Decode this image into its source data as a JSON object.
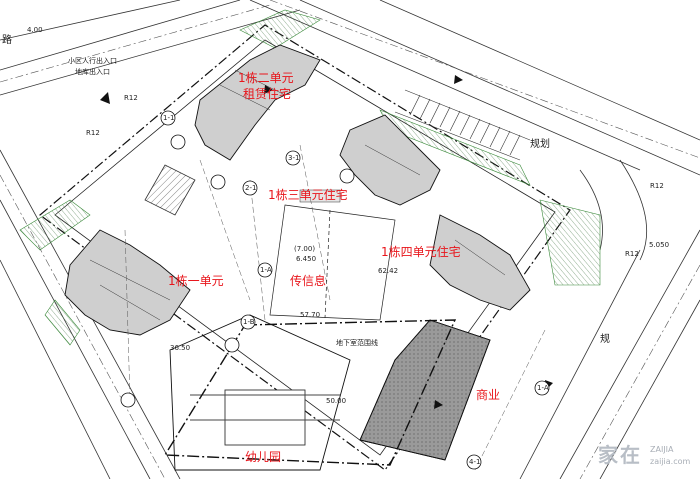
{
  "labels": {
    "b1_unit2": "1栋二单元",
    "rental": "租赁住宅",
    "b1_unit3": "1栋三单元住宅",
    "b1_unit4": "1栋四单元住宅",
    "b1_unit1": "1栋一单元",
    "comm_center": "传信息",
    "commercial": "商业",
    "kindergarten": "幼儿园"
  },
  "plan_marks": {
    "road_top_left": "路",
    "width_top": "4.00",
    "entrance1": "小区人行出入口",
    "entrance2": "地库出入口",
    "r12_a": "R12",
    "r12_b": "R12",
    "r12_c": "R12",
    "r12_d": "R12",
    "elev_right": "5.050",
    "road_right": "规",
    "road_right2": "规划",
    "axis_1_1": "1-1",
    "axis_2_1": "2-1",
    "axis_3_1": "3-1",
    "axis_4_1": "4-1",
    "axis_1_b": "1-B",
    "axis_1_a": "1-A",
    "elev_center": "(7.00)",
    "elev_center2": "6.450",
    "dim_center": "57.70",
    "dim_center2": "62.42",
    "dim_left": "36.50",
    "dim_bottom": "50.00",
    "ug_garage": "地下室范围线",
    "corner_mark": "1-A"
  },
  "watermark": {
    "cn": "家在",
    "en": "ZAIJIA",
    "site": "zaijia.com"
  },
  "colors": {
    "text_red": "#e8151b",
    "line_dark": "#1a1a1a",
    "building_gray": "#cfcfcf",
    "commercial_gray": "#8f8f8f",
    "hatch_green": "#3a8a3a"
  }
}
